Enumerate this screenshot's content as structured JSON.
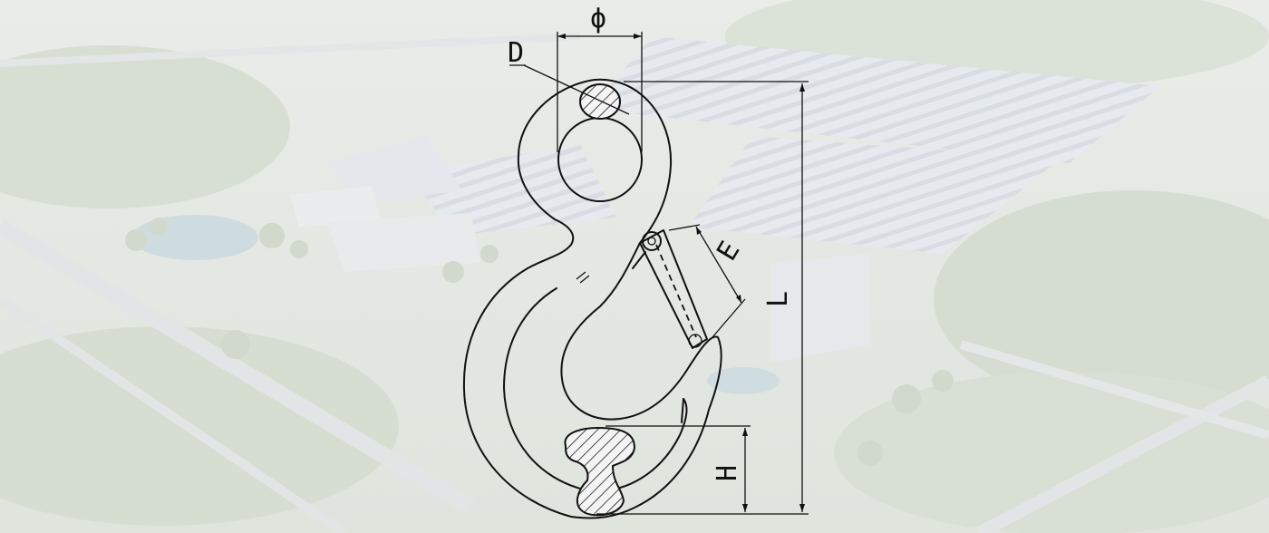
{
  "colors": {
    "background": "#e4e8e3",
    "line": "#111111"
  },
  "dimensions": {
    "phi": "ϕ",
    "d": "D",
    "e": "E",
    "l": "L",
    "h": "H"
  }
}
